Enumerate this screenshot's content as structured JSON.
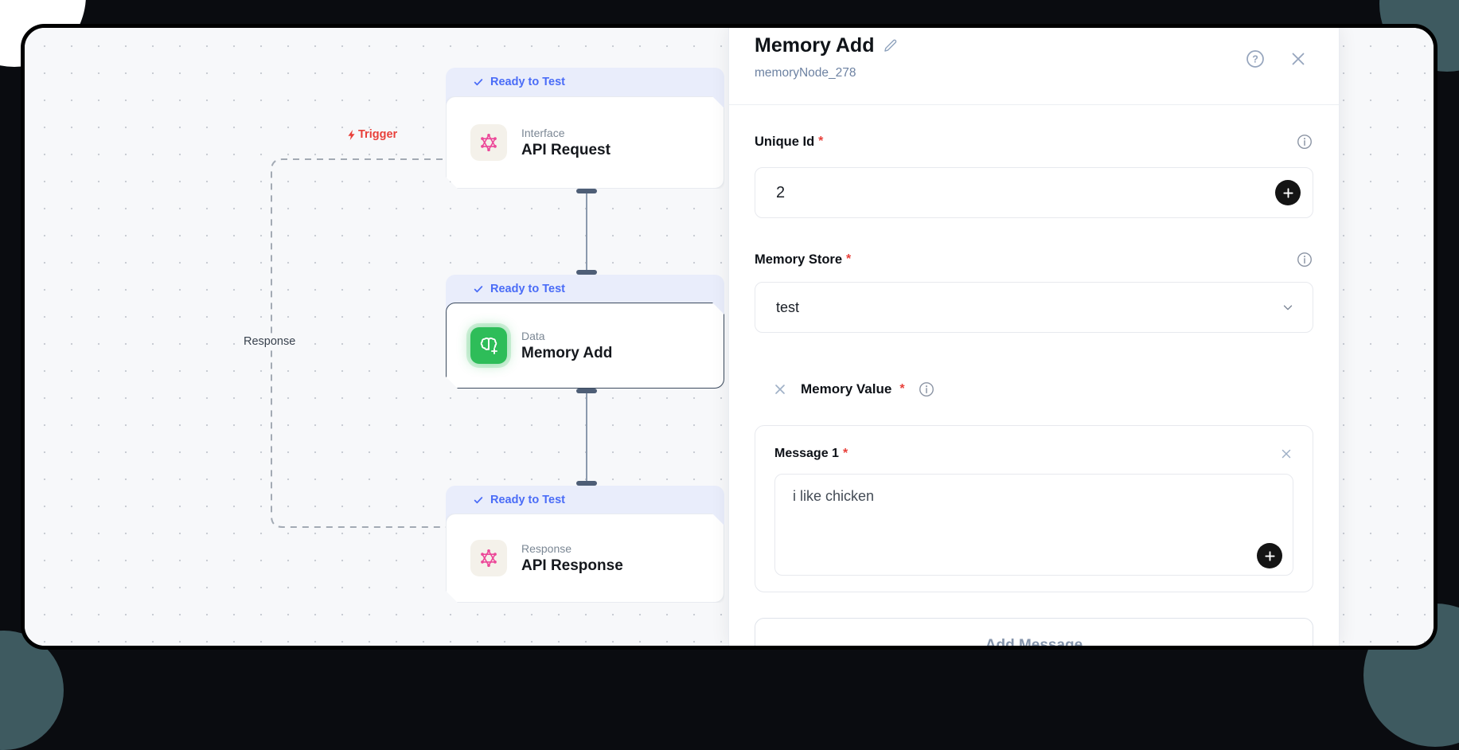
{
  "canvas": {
    "edge_labels": {
      "trigger": "Trigger",
      "response": "Response"
    },
    "nodes": [
      {
        "status": "Ready to Test",
        "category": "Interface",
        "title": "API Request"
      },
      {
        "status": "Ready to Test",
        "category": "Data",
        "title": "Memory Add"
      },
      {
        "status": "Ready to Test",
        "category": "Response",
        "title": "API Response"
      }
    ]
  },
  "panel": {
    "title": "Memory Add",
    "node_id": "memoryNode_278",
    "required_marker": "*",
    "fields": {
      "unique_id": {
        "label": "Unique Id",
        "value": "2"
      },
      "memory_store": {
        "label": "Memory Store",
        "value": "test"
      },
      "memory_value": {
        "label": "Memory Value"
      }
    },
    "message": {
      "label": "Message 1",
      "value": "i like chicken"
    },
    "add_message_label": "Add Message"
  },
  "colors": {
    "badge_bg": "#e9edfb",
    "badge_text": "#4a6cf7",
    "node_green": "#2ebd59",
    "node_pink": "#ec4899",
    "trigger_red": "#e8403a",
    "selected_border": "#3b4a5e"
  }
}
